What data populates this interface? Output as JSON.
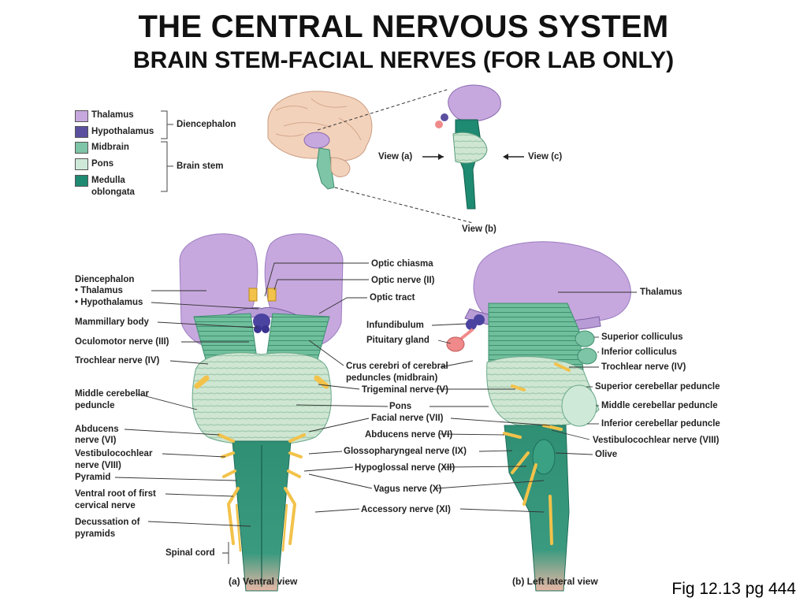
{
  "slide": {
    "title": "THE CENTRAL NERVOUS SYSTEM",
    "subtitle": "BRAIN STEM-FACIAL NERVES (FOR LAB ONLY)",
    "figure_ref": "Fig 12.13 pg 444"
  },
  "legend": {
    "items": [
      {
        "label": "Thalamus",
        "color": "#c7a8de"
      },
      {
        "label": "Hypothalamus",
        "color": "#5b4fa0"
      },
      {
        "label": "Midbrain",
        "color": "#7ec4a6"
      },
      {
        "label": "Pons",
        "color": "#cfe9d8"
      },
      {
        "label": "Medulla",
        "label2": "oblongata",
        "color": "#1f8a72"
      }
    ],
    "group1": "Diencephalon",
    "group2": "Brain stem"
  },
  "views": {
    "a": "View (a)",
    "b": "View (b)",
    "c": "View (c)"
  },
  "ventral": {
    "caption": "(a) Ventral view",
    "left_labels": {
      "diencephalon": "Diencephalon",
      "thalamus": "• Thalamus",
      "hypothalamus": "• Hypothalamus",
      "mammillary": "Mammillary body",
      "oculomotor": "Oculomotor nerve (III)",
      "trochlear": "Trochlear nerve (IV)",
      "middle_cp1": "Middle cerebellar",
      "middle_cp2": "peduncle",
      "abducens1": "Abducens",
      "abducens2": "nerve (VI)",
      "vestibulo1": "Vestibulocochlear",
      "vestibulo2": "nerve (VIII)",
      "pyramid": "Pyramid",
      "ventral_root1": "Ventral root of first",
      "ventral_root2": "cervical nerve",
      "decussation1": "Decussation of",
      "decussation2": "pyramids",
      "spinal_cord": "Spinal cord"
    }
  },
  "center_labels": {
    "optic_chiasma": "Optic chiasma",
    "optic_nerve": "Optic nerve (II)",
    "optic_tract": "Optic tract",
    "infundibulum": "Infundibulum",
    "pituitary": "Pituitary gland",
    "crus1": "Crus cerebri of cerebral",
    "crus2": "peduncles (midbrain)",
    "trigeminal": "Trigeminal nerve (V)",
    "pons": "Pons",
    "facial": "Facial nerve (VII)",
    "abducens": "Abducens nerve (VI)",
    "glosso": "Glossopharyngeal nerve (IX)",
    "hypoglossal": "Hypoglossal nerve (XII)",
    "vagus": "Vagus nerve (X)",
    "accessory": "Accessory nerve (XI)"
  },
  "lateral": {
    "caption": "(b) Left lateral view",
    "right_labels": {
      "thalamus": "Thalamus",
      "sup_colliculus": "Superior colliculus",
      "inf_colliculus": "Inferior colliculus",
      "trochlear": "Trochlear nerve (IV)",
      "sup_cp": "Superior cerebellar peduncle",
      "mid_cp": "Middle cerebellar peduncle",
      "inf_cp": "Inferior cerebellar peduncle",
      "vestibulo": "Vestibulocochlear nerve (VIII)",
      "olive": "Olive"
    }
  }
}
